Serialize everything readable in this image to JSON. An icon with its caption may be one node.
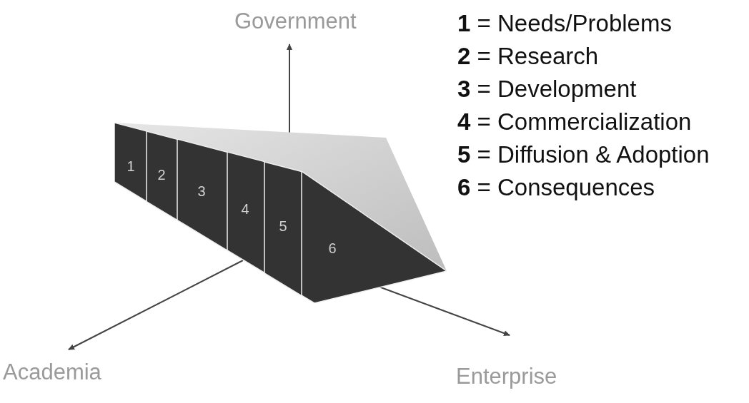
{
  "diagram": {
    "nodes": [
      {
        "text": [
          "1"
        ]
      },
      {
        "text": [
          "2"
        ]
      },
      {
        "text": [
          "3"
        ]
      },
      {
        "text": [
          "4"
        ]
      },
      {
        "text": [
          "5"
        ]
      },
      {
        "text": [
          "6"
        ]
      }
    ],
    "edges": [],
    "labels": [
      "Government",
      "**1** = Needs/Problems",
      "**2** = Research",
      "**3** = Development",
      "**4** = Commercialization",
      "**5** = Diffusion & Adoption",
      "**6** = Consequences",
      "Academia",
      "Enterprise"
    ]
  }
}
